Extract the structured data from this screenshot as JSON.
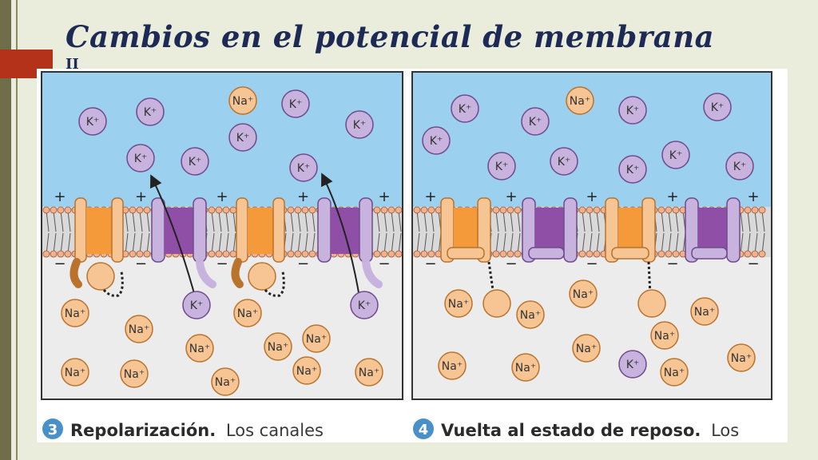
{
  "slide": {
    "title": "Cambios en el potencial de membrana",
    "title_tail": "II"
  },
  "colors": {
    "extracellular": "#9bd0ee",
    "intracellular": "#ececec",
    "potassium": "#c7b3dd",
    "sodium": "#f7c594",
    "na_channel": "#f49a3a",
    "k_channel": "#8f4fa6",
    "title": "#1d2a55",
    "caption_badge": "#4a90c8"
  },
  "ions": {
    "k_label": "K⁺",
    "na_label": "Na⁺"
  },
  "membrane": {
    "plus": "+",
    "minus": "−"
  },
  "panels": [
    {
      "step": "3",
      "caption_bold": "Repolarización.",
      "caption_rest": "Los canales"
    },
    {
      "step": "4",
      "caption_bold": "Vuelta al estado de reposo.",
      "caption_rest": "Los"
    }
  ]
}
